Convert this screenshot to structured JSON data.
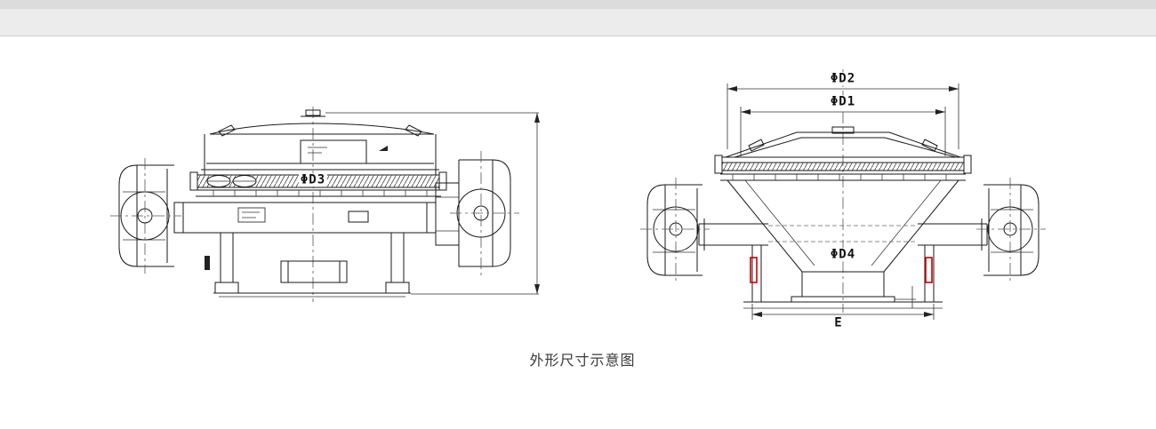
{
  "page": {
    "caption": "外形尺寸示意图"
  },
  "left_view": {
    "labels": {
      "d3": "ΦD3"
    }
  },
  "right_view": {
    "labels": {
      "d2": "ΦD2",
      "d1": "ΦD1",
      "d4": "ΦD4",
      "e": "E"
    }
  },
  "colors": {
    "line": "#1a1a1a",
    "accent_red": "#cc0000",
    "panel_background": "#ffffff",
    "page_background": "#ececec"
  }
}
